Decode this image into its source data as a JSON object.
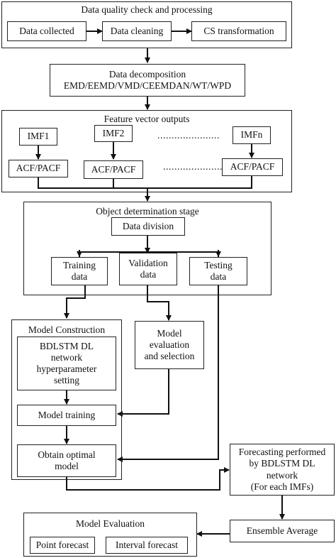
{
  "stage1": {
    "title": "Data quality check and processing",
    "steps": [
      "Data collected",
      "Data cleaning",
      "CS transformation"
    ]
  },
  "stage2": {
    "line1": "Data decomposition",
    "line2": "EMD/EEMD/VMD/CEEMDAN/WT/WPD"
  },
  "stage3": {
    "title": "Feature vector outputs",
    "imfs": [
      "IMF1",
      "IMF2",
      "IMFn"
    ],
    "acf": "ACF/PACF",
    "dots": "......................"
  },
  "stage4": {
    "title": "Object determination stage",
    "division": "Data division",
    "training": "Training\ndata",
    "validation": "Validation\ndata",
    "testing": "Testing\ndata"
  },
  "construction": {
    "title": "Model Construction",
    "setting": "BDLSTM DL\nnetwork\nhyperparameter\nsetting",
    "training": "Model training",
    "optimal": "Obtain optimal\nmodel"
  },
  "evaluation_box": "Model\nevaluation\nand selection",
  "forecasting": "Forecasting performed\nby BDLSTM DL\nnetwork\n(For each IMFs)",
  "ensemble": "Ensemble Average",
  "model_eval": {
    "title": "Model Evaluation",
    "point": "Point forecast",
    "interval": "Interval forecast"
  }
}
